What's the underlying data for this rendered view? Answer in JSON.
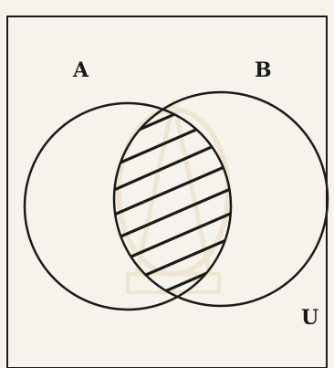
{
  "diagram": {
    "type": "venn",
    "sets": [
      {
        "id": "A",
        "label": "A"
      },
      {
        "id": "B",
        "label": "B"
      }
    ],
    "universe_label": "U",
    "shaded_region": "A ∩ B",
    "colors": {
      "ink": "#1a1a1a",
      "paper": "#f6f3ec",
      "watermark": "#e9dcc0"
    },
    "watermark": "university-seal-watermark"
  }
}
